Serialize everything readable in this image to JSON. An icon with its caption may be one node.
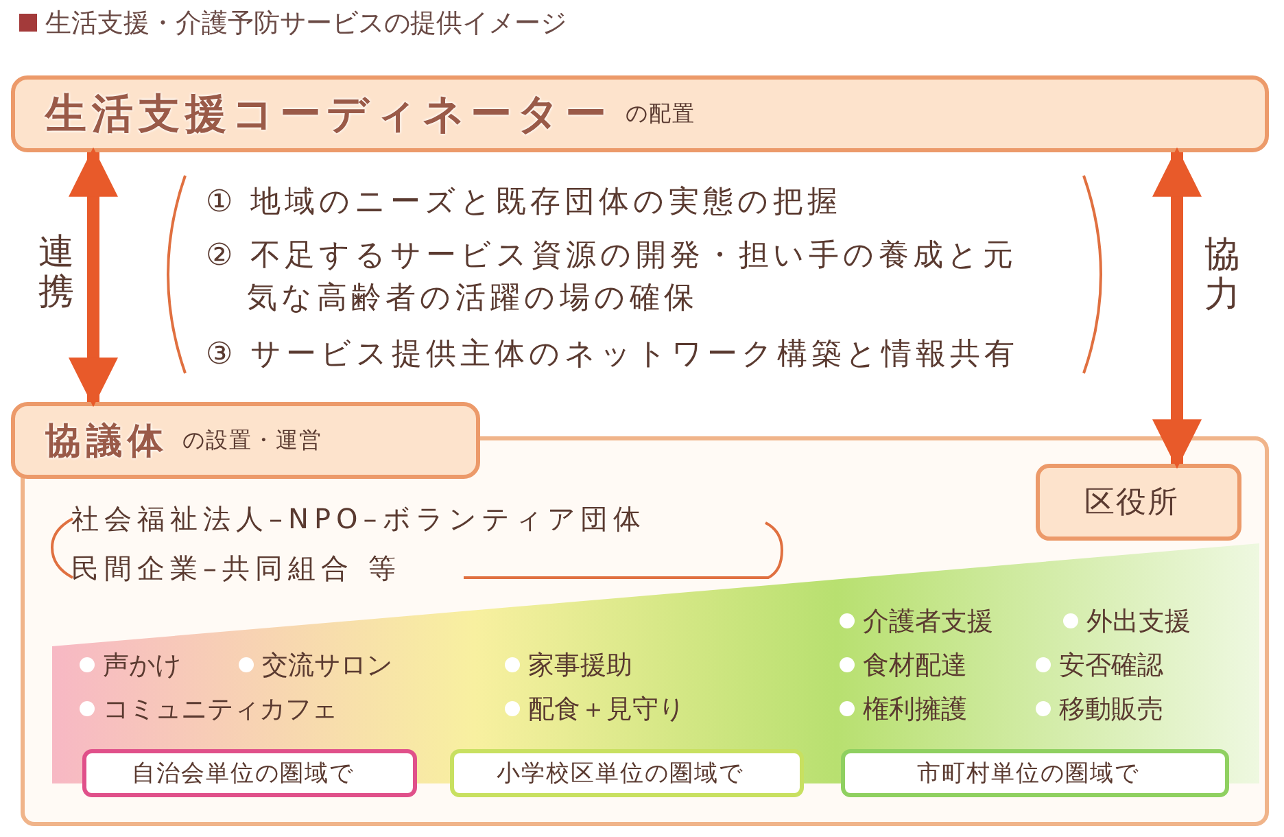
{
  "diagram": {
    "title": "生活支援・介護予防サービスの提供イメージ",
    "nodes": [
      {
        "text": [
          "生活支援コーディネーター",
          "の配置"
        ]
      },
      {
        "text": [
          "協議体",
          "の設置・運営"
        ]
      },
      {
        "text": [],
        "shape": "box"
      },
      {
        "text": [
          "区役所"
        ],
        "in": 2
      },
      {
        "text": [
          "自治会単位の圏域で"
        ],
        "in": 2
      },
      {
        "text": [
          "小学校区単位の圏域で"
        ],
        "in": 2
      },
      {
        "text": [
          "市町村単位の圏域で"
        ],
        "in": 2
      }
    ],
    "edges": [
      {
        "from": 0,
        "to": 1,
        "arrow": "both",
        "label": "連携"
      },
      {
        "from": 0,
        "to": 3,
        "arrow": "both",
        "label": "協力"
      }
    ],
    "labels": [
      "① 地域のニーズと既存団体の実態の把握",
      "② 不足するサービス資源の開発・担い手の養成と元気な高齢者の活躍の場の確保",
      "③ サービス提供主体のネットワーク構築と情報共有",
      "社会福祉法人–NPO–ボランティア団体",
      "民間企業–共同組合 等",
      "介護者支援",
      "外出支援",
      "声かけ",
      "交流サロン",
      "家事援助",
      "食材配達",
      "安否確認",
      "コミュニティカフェ",
      "配食＋見守り",
      "権利擁護",
      "移動販売"
    ]
  }
}
